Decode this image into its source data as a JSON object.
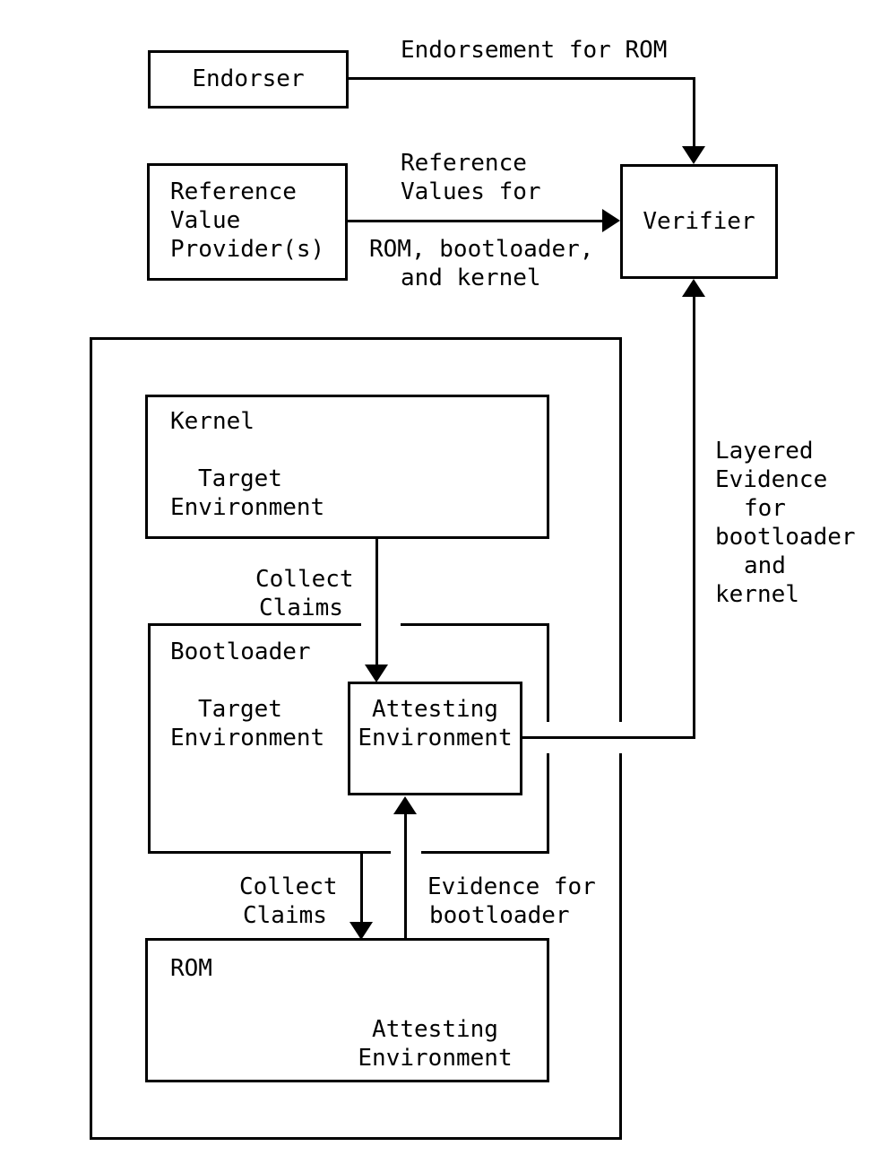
{
  "colors": {
    "line": "#000000",
    "background": "#ffffff"
  },
  "nodes": {
    "endorser": {
      "label": "Endorser"
    },
    "reference_value_provider": {
      "line1": "Reference",
      "line2": "Value",
      "line3": "Provider(s)"
    },
    "verifier": {
      "label": "Verifier"
    },
    "kernel": {
      "title": "Kernel",
      "sub1": "Target",
      "sub2": "Environment"
    },
    "bootloader": {
      "title": "Bootloader",
      "sub1": "Target",
      "sub2": "Environment"
    },
    "bootloader_attesting_env": {
      "line1": "Attesting",
      "line2": "Environment"
    },
    "rom": {
      "title": "ROM",
      "sub1": "Attesting",
      "sub2": "Environment"
    }
  },
  "edges": {
    "endorsement": {
      "label": "Endorsement for ROM"
    },
    "reference_values": {
      "top1": "Reference",
      "top2": "Values for",
      "bottom1": "ROM, bootloader,",
      "bottom2": "and kernel"
    },
    "collect_claims_kernel": {
      "line1": "Collect",
      "line2": "Claims"
    },
    "collect_claims_bootloader": {
      "line1": "Collect",
      "line2": "Claims"
    },
    "evidence_for_bootloader": {
      "line1": "Evidence for",
      "line2": "bootloader"
    },
    "layered_evidence": {
      "line1": "Layered",
      "line2": "Evidence",
      "line3": "for",
      "line4": "bootloader",
      "line5": "and",
      "line6": "kernel"
    }
  }
}
